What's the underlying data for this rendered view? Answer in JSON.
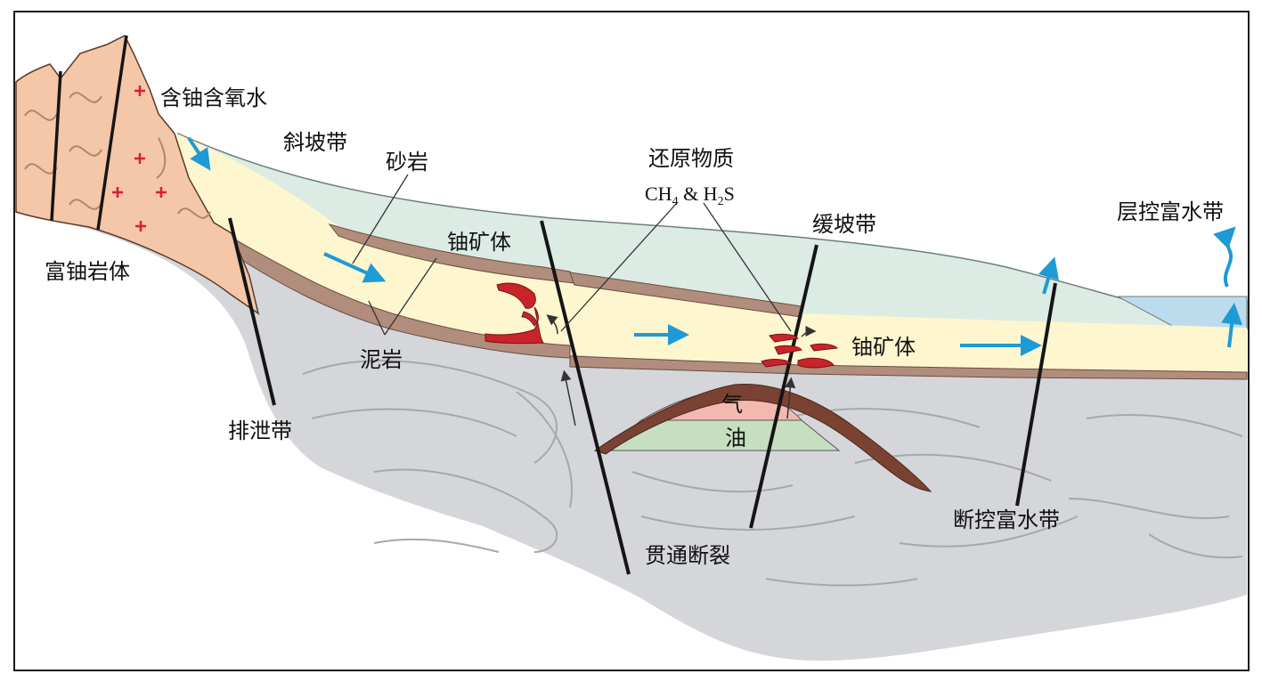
{
  "labels": {
    "uranium_rock": "富铀岩体",
    "oxygen_water": "含铀含氧水",
    "slope_zone": "斜坡带",
    "sandstone": "砂岩",
    "ore_body_1": "铀矿体",
    "reducing_matter": "还原物质",
    "formula_ch": "CH",
    "formula_ch_sub": "4",
    "formula_mid": " & H",
    "formula_h_sub": "2",
    "formula_s": "S",
    "gentle_slope": "缓坡带",
    "strata_water_zone": "层控富水带",
    "mudstone": "泥岩",
    "ore_body_2": "铀矿体",
    "discharge_zone": "排泄带",
    "gas": "气",
    "oil": "油",
    "fault_water_zone": "断控富水带",
    "through_fault": "贯通断裂"
  },
  "colors": {
    "granite": "#f4c7a8",
    "basement": "#d4d6da",
    "cover": "#dcebe4",
    "sandstone": "#fdf6cf",
    "mudstone": "#b08d7c",
    "ore": "#c8242a",
    "arrow": "#1e9ad6",
    "water": "#bcdcee",
    "gas": "#f3b8b0",
    "oil": "#c5dfc0",
    "anticline": "#7a4232",
    "fault": "#151515"
  }
}
